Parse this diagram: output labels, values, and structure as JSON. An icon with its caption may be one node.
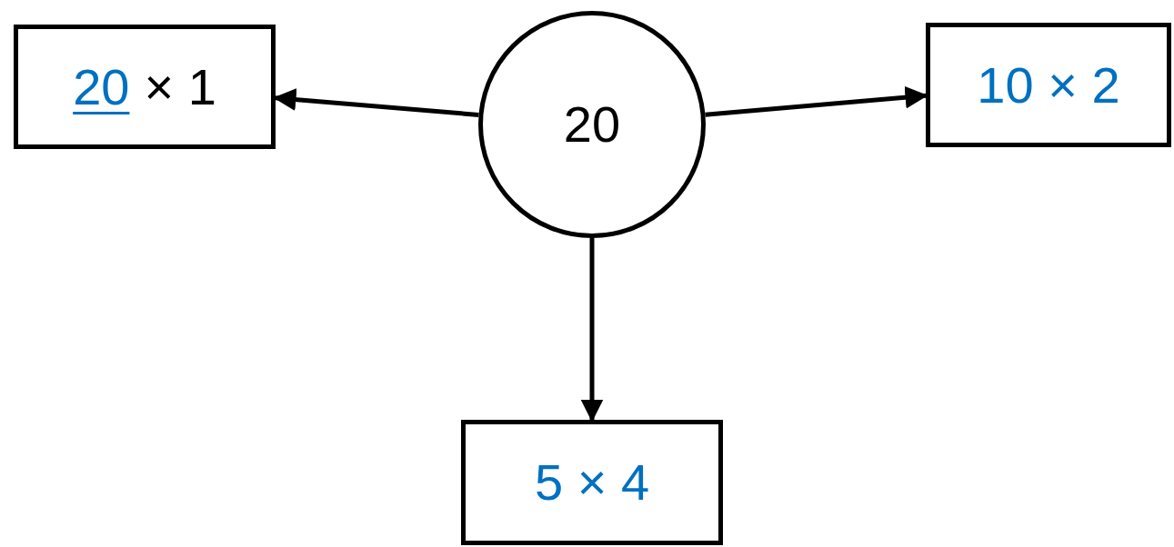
{
  "diagram": {
    "nodes": [
      {
        "text": [
          "20"
        ]
      },
      {
        "text": [
          "20",
          "× 1"
        ]
      },
      {
        "text": [
          "10 × 2"
        ]
      },
      {
        "text": [
          "5 × 4"
        ]
      }
    ],
    "edges": [
      {
        "from": 0,
        "to": 1,
        "arrow": "to"
      },
      {
        "from": 0,
        "to": 2,
        "arrow": "to"
      },
      {
        "from": 0,
        "to": 3,
        "arrow": "to"
      }
    ]
  }
}
